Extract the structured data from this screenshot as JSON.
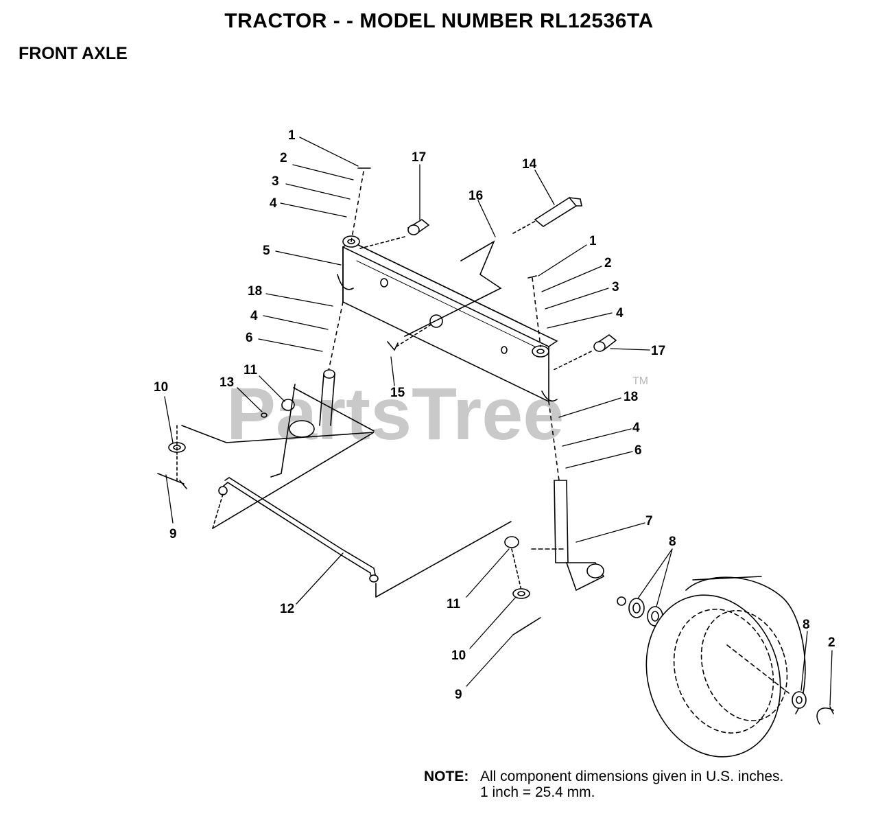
{
  "header": {
    "title": "TRACTOR - - MODEL NUMBER RL12536TA",
    "section": "FRONT AXLE"
  },
  "watermark": {
    "text": "PartsTree",
    "trademark": "TM"
  },
  "callouts": {
    "c1a": "1",
    "c2a": "2",
    "c3a": "3",
    "c4a": "4",
    "c5": "5",
    "c18a": "18",
    "c4b": "4",
    "c6a": "6",
    "c17a": "17",
    "c16": "16",
    "c14": "14",
    "c1b": "1",
    "c2b": "2",
    "c3b": "3",
    "c4c": "4",
    "c17b": "17",
    "c15": "15",
    "c18b": "18",
    "c4d": "4",
    "c6b": "6",
    "c10a": "10",
    "c13": "13",
    "c11a": "11",
    "c9a": "9",
    "c12": "12",
    "c7": "7",
    "c8a": "8",
    "c11b": "11",
    "c10b": "10",
    "c9b": "9",
    "c8b": "8",
    "c2c": "2"
  },
  "note": {
    "label": "NOTE:",
    "line1": "All component dimensions given in U.S. inches.",
    "line2": "1 inch = 25.4 mm."
  }
}
